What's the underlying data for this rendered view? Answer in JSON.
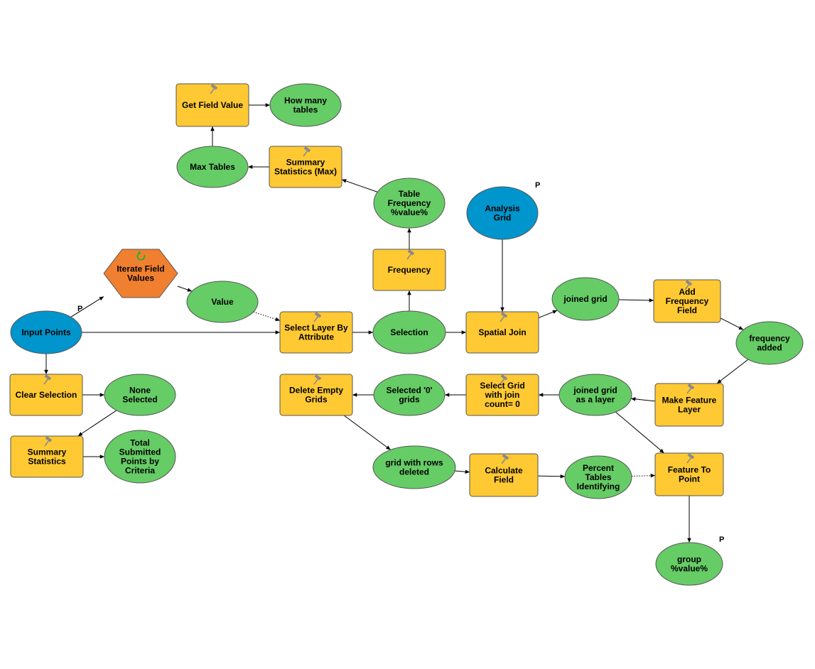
{
  "colors": {
    "tool": "#FFC933",
    "data": "#66CC66",
    "input": "#0095CC",
    "iterator": "#F08030",
    "stroke": "#555555",
    "hammer": "#8a8a8a",
    "iterator_icon": "#33aa33"
  },
  "parameter_label": "P",
  "nodes": [
    {
      "id": "get_field_value",
      "type": "tool",
      "lines": [
        "Get Field Value"
      ]
    },
    {
      "id": "how_many_tables",
      "type": "data",
      "lines": [
        "How many",
        "tables"
      ]
    },
    {
      "id": "max_tables",
      "type": "data",
      "lines": [
        "Max Tables"
      ]
    },
    {
      "id": "summary_stats_max",
      "type": "tool",
      "lines": [
        "Summary",
        "Statistics (Max)"
      ]
    },
    {
      "id": "table_frequency",
      "type": "data",
      "lines": [
        "Table",
        "Frequency",
        "%value%"
      ]
    },
    {
      "id": "analysis_grid",
      "type": "input",
      "lines": [
        "Analysis",
        "Grid"
      ],
      "parameter": true
    },
    {
      "id": "iterate_field_values",
      "type": "iterator",
      "lines": [
        "Iterate Field",
        "Values"
      ]
    },
    {
      "id": "frequency",
      "type": "tool",
      "lines": [
        "Frequency"
      ]
    },
    {
      "id": "value",
      "type": "data",
      "lines": [
        "Value"
      ]
    },
    {
      "id": "joined_grid",
      "type": "data",
      "lines": [
        "joined grid"
      ]
    },
    {
      "id": "add_frequency_field",
      "type": "tool",
      "lines": [
        "Add",
        "Frequency",
        "Field"
      ]
    },
    {
      "id": "input_points",
      "type": "input",
      "lines": [
        "Input Points"
      ],
      "parameter": true
    },
    {
      "id": "select_layer_by_attribute",
      "type": "tool",
      "lines": [
        "Select Layer By",
        "Attribute"
      ]
    },
    {
      "id": "selection",
      "type": "data",
      "lines": [
        "Selection"
      ]
    },
    {
      "id": "spatial_join",
      "type": "tool",
      "lines": [
        "Spatial Join"
      ]
    },
    {
      "id": "frequency_added",
      "type": "data",
      "lines": [
        "frequency",
        "added"
      ]
    },
    {
      "id": "clear_selection",
      "type": "tool",
      "lines": [
        "Clear Selection"
      ]
    },
    {
      "id": "none_selected",
      "type": "data",
      "lines": [
        "None",
        "Selected"
      ]
    },
    {
      "id": "delete_empty_grids",
      "type": "tool",
      "lines": [
        "Delete Empty",
        "Grids"
      ]
    },
    {
      "id": "selected_0_grids",
      "type": "data",
      "lines": [
        "Selected '0'",
        "grids"
      ]
    },
    {
      "id": "select_grid",
      "type": "tool",
      "lines": [
        "Select Grid",
        "with join",
        "count= 0"
      ]
    },
    {
      "id": "joined_grid_layer",
      "type": "data",
      "lines": [
        "joined grid",
        "as a layer"
      ]
    },
    {
      "id": "make_feature_layer",
      "type": "tool",
      "lines": [
        "Make Feature",
        "Layer"
      ]
    },
    {
      "id": "summary_statistics",
      "type": "tool",
      "lines": [
        "Summary",
        "Statistics"
      ]
    },
    {
      "id": "total_submitted",
      "type": "data",
      "lines": [
        "Total",
        "Submitted",
        "Points by",
        "Criteria"
      ]
    },
    {
      "id": "grid_rows_deleted",
      "type": "data",
      "lines": [
        "grid with rows",
        "deleted"
      ]
    },
    {
      "id": "calculate_field",
      "type": "tool",
      "lines": [
        "Calculate",
        "Field"
      ]
    },
    {
      "id": "percent_tables",
      "type": "data",
      "lines": [
        "Percent",
        "Tables",
        "Identifying"
      ]
    },
    {
      "id": "feature_to_point",
      "type": "tool",
      "lines": [
        "Feature To",
        "Point"
      ]
    },
    {
      "id": "group_value",
      "type": "data",
      "lines": [
        "group",
        "%value%"
      ],
      "parameter": true
    }
  ],
  "connections": [
    {
      "from": "max_tables",
      "to": "get_field_value"
    },
    {
      "from": "get_field_value",
      "to": "how_many_tables"
    },
    {
      "from": "summary_stats_max",
      "to": "max_tables"
    },
    {
      "from": "table_frequency",
      "to": "summary_stats_max"
    },
    {
      "from": "frequency",
      "to": "table_frequency"
    },
    {
      "from": "selection",
      "to": "frequency"
    },
    {
      "from": "input_points",
      "to": "iterate_field_values"
    },
    {
      "from": "iterate_field_values",
      "to": "value"
    },
    {
      "from": "value",
      "to": "select_layer_by_attribute",
      "style": "dotted"
    },
    {
      "from": "input_points",
      "to": "select_layer_by_attribute"
    },
    {
      "from": "select_layer_by_attribute",
      "to": "selection"
    },
    {
      "from": "selection",
      "to": "spatial_join"
    },
    {
      "from": "analysis_grid",
      "to": "spatial_join"
    },
    {
      "from": "spatial_join",
      "to": "joined_grid"
    },
    {
      "from": "joined_grid",
      "to": "add_frequency_field"
    },
    {
      "from": "add_frequency_field",
      "to": "frequency_added"
    },
    {
      "from": "frequency_added",
      "to": "make_feature_layer"
    },
    {
      "from": "make_feature_layer",
      "to": "joined_grid_layer"
    },
    {
      "from": "joined_grid_layer",
      "to": "select_grid"
    },
    {
      "from": "select_grid",
      "to": "selected_0_grids"
    },
    {
      "from": "selected_0_grids",
      "to": "delete_empty_grids"
    },
    {
      "from": "delete_empty_grids",
      "to": "grid_rows_deleted"
    },
    {
      "from": "grid_rows_deleted",
      "to": "calculate_field"
    },
    {
      "from": "calculate_field",
      "to": "percent_tables"
    },
    {
      "from": "percent_tables",
      "to": "feature_to_point",
      "style": "dotted"
    },
    {
      "from": "joined_grid_layer",
      "to": "feature_to_point"
    },
    {
      "from": "feature_to_point",
      "to": "group_value"
    },
    {
      "from": "input_points",
      "to": "clear_selection"
    },
    {
      "from": "clear_selection",
      "to": "none_selected"
    },
    {
      "from": "none_selected",
      "to": "summary_statistics"
    },
    {
      "from": "summary_statistics",
      "to": "total_submitted"
    }
  ]
}
